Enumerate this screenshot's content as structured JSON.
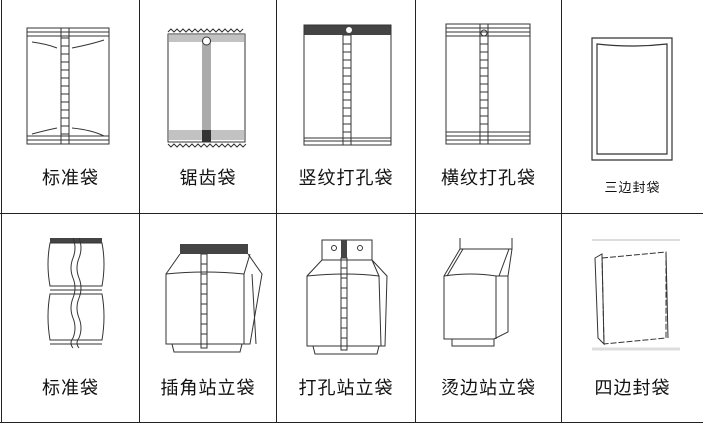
{
  "rows": [
    {
      "items": [
        {
          "label": "标准袋",
          "icon": "pillow-bag-icon"
        },
        {
          "label": "锯齿袋",
          "icon": "serrated-bag-icon"
        },
        {
          "label": "竖纹打孔袋",
          "icon": "vertical-texture-hole-bag-icon"
        },
        {
          "label": "横纹打孔袋",
          "icon": "horizontal-texture-hole-bag-icon"
        },
        {
          "label": "三边封袋",
          "icon": "three-side-seal-bag-icon"
        }
      ]
    },
    {
      "items": [
        {
          "label": "标准袋",
          "icon": "connected-pillow-bag-icon"
        },
        {
          "label": "插角站立袋",
          "icon": "gusset-stand-up-bag-icon"
        },
        {
          "label": "打孔站立袋",
          "icon": "hole-stand-up-bag-icon"
        },
        {
          "label": "烫边站立袋",
          "icon": "heat-edge-stand-up-bag-icon"
        },
        {
          "label": "四边封袋",
          "icon": "four-side-seal-bag-icon"
        }
      ]
    }
  ],
  "colors": {
    "border": "#222222",
    "line": "#333333"
  }
}
